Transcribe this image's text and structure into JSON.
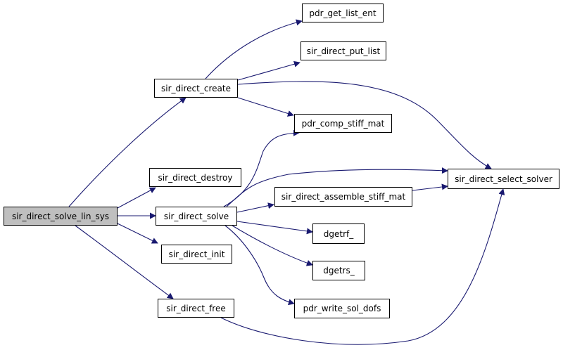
{
  "graph": {
    "colors": {
      "edge": "#191970",
      "node_border": "#000000",
      "root_fill": "#bfbfbf",
      "node_fill": "#ffffff"
    },
    "nodes": {
      "root": {
        "label": "sir_direct_solve_lin_sys"
      },
      "create": {
        "label": "sir_direct_create"
      },
      "destroy": {
        "label": "sir_direct_destroy"
      },
      "solve": {
        "label": "sir_direct_solve"
      },
      "init": {
        "label": "sir_direct_init"
      },
      "free": {
        "label": "sir_direct_free"
      },
      "get_list": {
        "label": "pdr_get_list_ent"
      },
      "put_list": {
        "label": "sir_direct_put_list"
      },
      "stiff_mat": {
        "label": "pdr_comp_stiff_mat"
      },
      "select": {
        "label": "sir_direct_select_solver"
      },
      "assemble": {
        "label": "sir_direct_assemble_stiff_mat"
      },
      "dgetrf": {
        "label": "dgetrf_"
      },
      "dgetrs": {
        "label": "dgetrs_"
      },
      "write_sol": {
        "label": "pdr_write_sol_dofs"
      }
    },
    "edges": [
      [
        "root",
        "create"
      ],
      [
        "root",
        "destroy"
      ],
      [
        "root",
        "solve"
      ],
      [
        "root",
        "init"
      ],
      [
        "root",
        "free"
      ],
      [
        "create",
        "get_list"
      ],
      [
        "create",
        "put_list"
      ],
      [
        "create",
        "stiff_mat"
      ],
      [
        "create",
        "select"
      ],
      [
        "solve",
        "stiff_mat"
      ],
      [
        "solve",
        "select"
      ],
      [
        "solve",
        "assemble"
      ],
      [
        "solve",
        "dgetrf"
      ],
      [
        "solve",
        "dgetrs"
      ],
      [
        "solve",
        "write_sol"
      ],
      [
        "assemble",
        "select"
      ],
      [
        "free",
        "select"
      ]
    ]
  }
}
